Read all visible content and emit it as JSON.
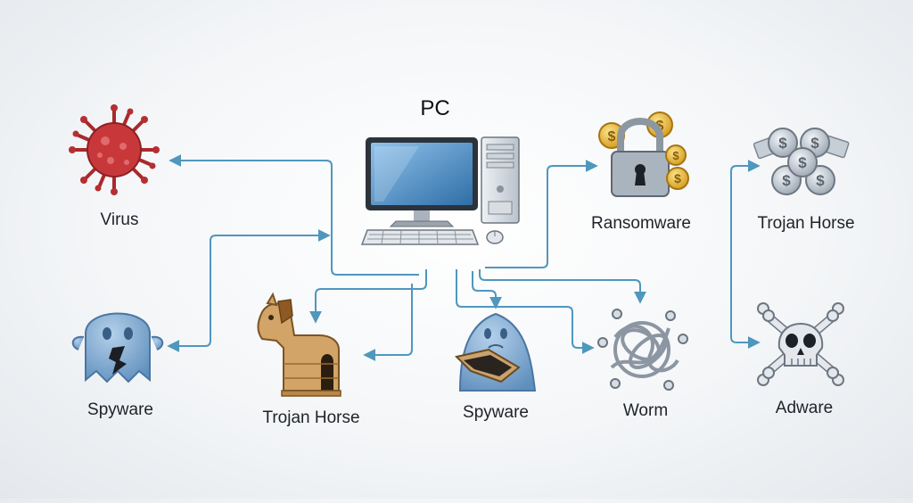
{
  "diagram": {
    "center": {
      "label": "PC"
    },
    "nodes": {
      "virus": "Virus",
      "spyware_left": "Spyware",
      "trojan_center": "Trojan Horse",
      "spyware_center": "Spyware",
      "worm": "Worm",
      "ransomware": "Ransomware",
      "trojan_right": "Trojan Horse",
      "adware": "Adware"
    },
    "colors": {
      "connector": "#4f97bd",
      "virus": "#c8383a",
      "ghost": "#7ea8cf",
      "wood": "#d2a468",
      "metal": "#a9b3bd",
      "coin": "#e9b93a",
      "screen": "#4c8fc8"
    }
  }
}
